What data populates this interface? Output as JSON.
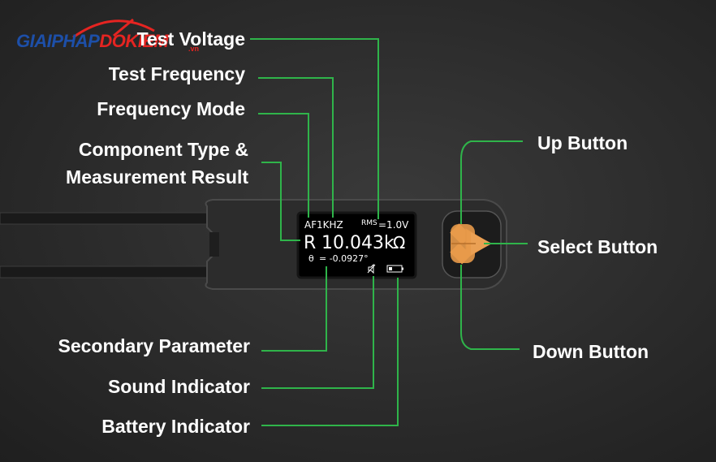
{
  "logo": {
    "part1": "GIAIPHAP",
    "part2": "DOKIEM",
    "suffix": ".vn"
  },
  "labels": {
    "test_voltage": "Test Voltage",
    "test_frequency": "Test Frequency",
    "frequency_mode": "Frequency Mode",
    "component_type_line1": "Component Type &",
    "component_type_line2": "Measurement Result",
    "secondary_parameter": "Secondary Parameter",
    "sound_indicator": "Sound Indicator",
    "battery_indicator": "Battery Indicator",
    "up_button": "Up Button",
    "select_button": "Select Button",
    "down_button": "Down Button"
  },
  "display": {
    "frequency_mode": "AF",
    "frequency": "1KHZ",
    "rms_label": "RMS",
    "voltage": "=1.0V",
    "component_type": "R",
    "measurement": "10.043k",
    "unit": "Ω",
    "theta_symbol": "θ",
    "secondary": "= -0.0927°"
  },
  "colors": {
    "leader_line": "#2fb44a",
    "button": "#e89a4a",
    "screen": "#000000",
    "body": "#3a3a3a"
  },
  "icons": {
    "sound": "speaker-muted-icon",
    "battery": "battery-icon"
  }
}
